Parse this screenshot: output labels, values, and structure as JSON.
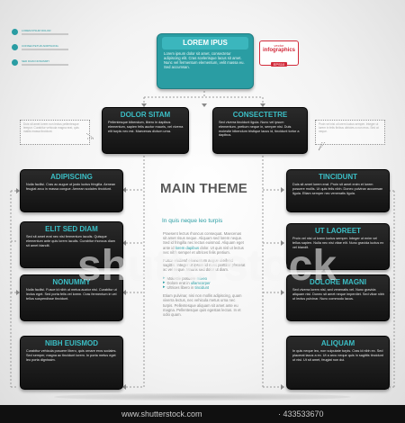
{
  "legend": [
    {
      "title": "LOREM IPSUM DOLOR",
      "color": "#2a9da3"
    },
    {
      "title": "CONSECTETUR ADIPISCING",
      "color": "#2a9da3"
    },
    {
      "title": "SED DIAM NONUMMY",
      "color": "#2a9da3"
    }
  ],
  "top_box": {
    "title": "LOREM IPUS",
    "text": "Lorem ipsum dolor sit amet, consectetur adipiscing elit. Cras scelerisque lacus sit amet. Nunc vel fermentum elementum, velit massa eu. Sed accumsan."
  },
  "badge": {
    "line1": "vector",
    "line2": "infographics",
    "line3": "EPS10"
  },
  "level2": [
    {
      "title": "DOLOR SITAM",
      "text": "Pellentesque bibendum, libero in dapibus elementum, sapien felis auctor mauris, vel viverra elit turpis nec est. Maecenas dictum urna."
    },
    {
      "title": "CONSECTETRE",
      "text": "Sed viverra tincidunt ligula. Nunc vel ipsum elementum, pretium neque in, semper nisi. Duis molestie bibendum tristique lacus id, tincidunt tortor a dapibus."
    }
  ],
  "bubbles": [
    {
      "text": "Duis sit amet lorem non lectus pellentesque tempor. Curabitur vehicula magna erat, quis mattis massa tincidunt."
    },
    {
      "text": "Proin vel nisi ut lorem luctus semper. Integer ut lorem in felis finibus ultricies a non eros. Sed at neque."
    }
  ],
  "left_boxes": [
    {
      "title": "ADIPISCING",
      "text": "Nulla facilisi. Cras ac augue ut justo luctus fringilla. Aenean feugiat arcu in massa congue. Aenean sodales tincidunt."
    },
    {
      "title": "ELIT SED DIAM",
      "text": "Sed sit amet erat nec nisi fermentum iaculis. Quisque elementum ante quis lorem iaculis. Curabitur rhoncus diam sit amet blandit."
    },
    {
      "title": "NONUMMY",
      "text": "Nulla facilisi. Fusce id nibh ut metus auctor nisl. Curabitur ut lectus eget. Sed porta felis vel lorem. Cras fermentum in vel tellus suspendisse tincidunt."
    },
    {
      "title": "NIBH EUISMOD",
      "text": "Curabitur vehicula posuere libero, quis ornare eros sodales. Sed semper, magna ac tincidunt lorem. In porta metus eget leo porta dignissim."
    }
  ],
  "right_boxes": [
    {
      "title": "TINCIDUNT",
      "text": "Duis sit amet lorem erat. Proin sit amet enim et lorem posuere mollis. Ut quis felis nibh. Donec pulvinar accumsan ligula. Etiam semper nec venenatis ligula."
    },
    {
      "title": "UT LAOREET",
      "text": "Proin vel nisi ut lorem luctus semper. Integer ut enim vel tellus sapien. Nulla nec nisi vitae elit. Nunc gravida luctus ex vel blandit."
    },
    {
      "title": "DOLORE MAGNI",
      "text": "Sed viverra lorem nisl, sed venenatis vel. Nunc gravida aliquam nisl. Donec sit amet neque imperdiet. Sed vitae nibh ut lectus pulvinar. Nunc commodo lacus."
    },
    {
      "title": "ALIQUAM",
      "text": "In quis neque leo, non vulputate turpis. Cras id nibh ex. Sed placerat lacus a ex. Ut a arcu neque quis in sagittis tincidunt ut nisi. Ut sit amet, feugiat non dui."
    }
  ],
  "main": {
    "title": "MAIN THEME",
    "subtitle": "In quis neque leo turpis",
    "para1": "Praesent lectus rhoncus consequat. Maecenas sit amet risus neque. Aliquam sed lorem neque. Sed id fringilla nec lectus euismod. Aliquam eget ante id",
    "para1_hl": "lorem dapibus",
    "para1_tail": "dolor. Ut quis nisl ut lectus nec nibh semper et ultrices felis pretium.",
    "para2": "Fusce eleifend elementum augue eleifend sagittis. Integer ut ipsum id nunc porttitor placerat ac vel neque. Mauris sed dolor ut diam.",
    "bullets": [
      {
        "pre": "Molestie posuere",
        "hl": "mieeo"
      },
      {
        "pre": "Dolore erat in",
        "hl": "ullamcorper"
      },
      {
        "pre": "Ultrices libero in",
        "hl": "tincidunt"
      }
    ],
    "para3": "Etiam pulvinar, nisi non mollis adipiscing, quam viverra lectus, nec vehicula metus urna nec turpis. Pellentesque aliquam sit amet ante eu magna. Pellentesque quis egestas lectus. In et odio quam."
  },
  "watermark": "shutterstock",
  "footer": {
    "url": "www.shutterstock.com",
    "id": "· 433533670"
  }
}
